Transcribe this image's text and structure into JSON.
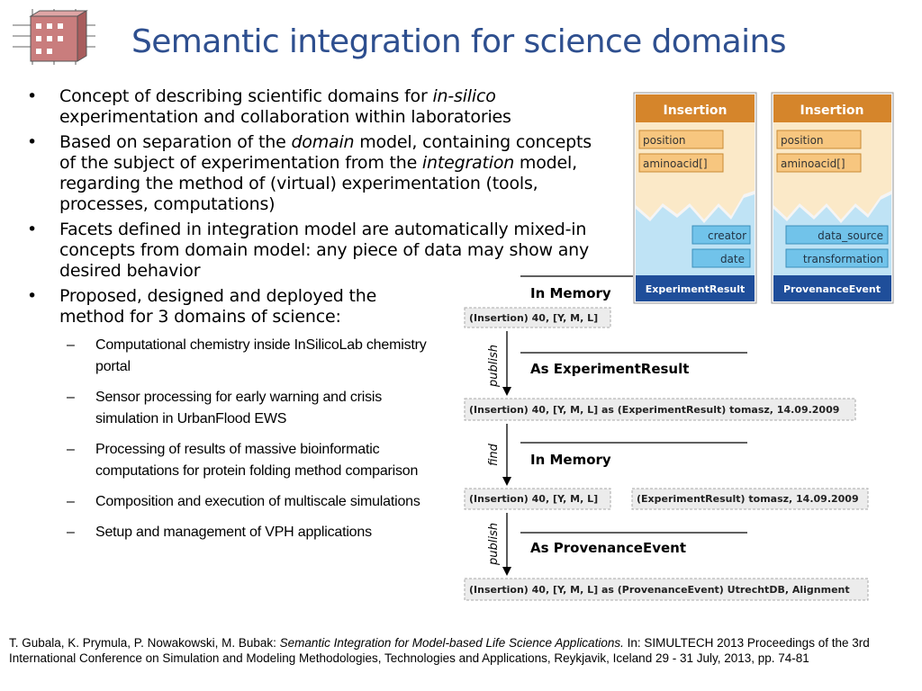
{
  "title": "Semantic integration for science domains",
  "bullets": {
    "b1": {
      "pre": "Concept of describing scientific domains for ",
      "em": "in-silico",
      "post": " experimentation and collaboration within laboratories"
    },
    "b2": {
      "pre": "Based on separation of the ",
      "em1": "domain",
      "mid": " model, containing concepts of the subject of experimentation from the ",
      "em2": "integration",
      "post": " model, regarding the method of (virtual) experimentation (tools, processes, computations)"
    },
    "b3": "Facets defined in integration model are automatically mixed-in concepts from domain model: any piece of data may show any desired behavior",
    "b4": "Proposed, designed and deployed the method for 3 domains of science:"
  },
  "subitems": [
    "Computational chemistry inside InSilicoLab chemistry portal",
    "Sensor processing for early warning and crisis simulation in UrbanFlood EWS",
    "Processing of results of massive bioinformatic computations for protein folding method comparison",
    "Composition and execution of multiscale simulations",
    "Setup and management of VPH applications"
  ],
  "diagram": {
    "card1": {
      "header": "Insertion",
      "fields": [
        "position",
        "aminoacid[]"
      ],
      "facets": [
        "creator",
        "date"
      ],
      "footer": "ExperimentResult"
    },
    "card2": {
      "header": "Insertion",
      "fields": [
        "position",
        "aminoacid[]"
      ],
      "facets": [
        "data_source",
        "transformation"
      ],
      "footer": "ProvenanceEvent"
    },
    "steps": {
      "s1": "In Memory",
      "a1": "publish",
      "s2": "As ExperimentResult",
      "a2": "find",
      "s3": "In Memory",
      "a3": "publish",
      "s4": "As ProvenanceEvent"
    },
    "objects": {
      "o1": "(Insertion) 40, [Y,  M, L]",
      "o2": "(Insertion) 40, [Y,  M, L] as (ExperimentResult) tomasz, 14.09.2009",
      "o3a": "(Insertion) 40, [Y,  M, L]",
      "o3b": "(ExperimentResult) tomasz, 14.09.2009",
      "o4": "(Insertion) 40, [Y,  M, L] as (ProvenanceEvent) UtrechtDB, Alignment"
    },
    "colors": {
      "header": "#d5852b",
      "field": "#f7c67f",
      "domain_bg": "#fbe9c8",
      "facet_bg": "#bfe3f5",
      "facet": "#71c3ea",
      "footer": "#1f4e9a",
      "title": "#2e4f8f"
    }
  },
  "footnote": {
    "pre": "T. Gubala, K. Prymula, P. Nowakowski, M. Bubak: ",
    "em": "Semantic Integration for Model-based Life Science Applications.",
    "post": " In: SIMULTECH 2013 Proceedings of the 3rd International Conference on Simulation and Modeling Methodologies, Technologies and Applications, Reykjavik, Iceland 29 - 31 July, 2013, pp. 74-81"
  }
}
